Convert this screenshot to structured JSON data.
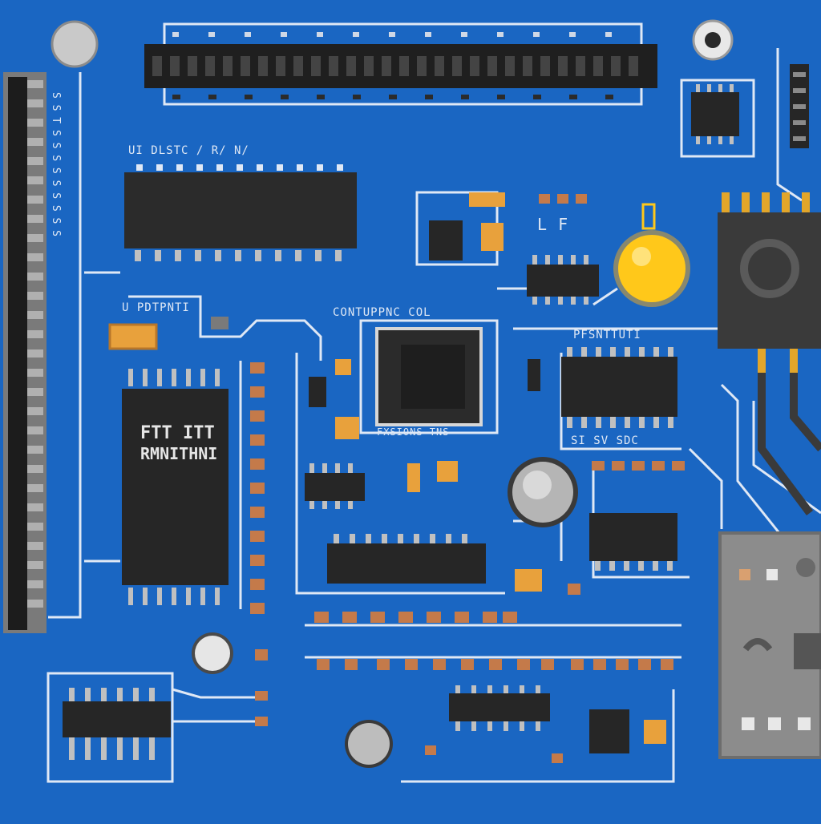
{
  "board": {
    "background": "#1a66c2",
    "trace_color": "#dfe8f5",
    "chip_color": "#2b2b2b",
    "pin_color": "#b9b9b9",
    "gold_color": "#e2a62a",
    "cap_color": "#e8a13c",
    "led_color": "#ffc81a"
  },
  "labels": {
    "top_left": "UI  DLSTC  /       R/  N/",
    "left_mid": "U  PDTPNTI",
    "center_header": "CONTUPPNC COL",
    "right_header": "PFSNTTUTI",
    "right_chip_caption": "SI  SV  SDC",
    "center_chip_caption": "FXSIONS  TNS",
    "main_chip_line1": "FTT  ITT",
    "main_chip_line2": "RMNITHNI",
    "small_right_top": "L F",
    "left_column": "S  S  T  S  S  S  S  S  S  S  S  S"
  }
}
